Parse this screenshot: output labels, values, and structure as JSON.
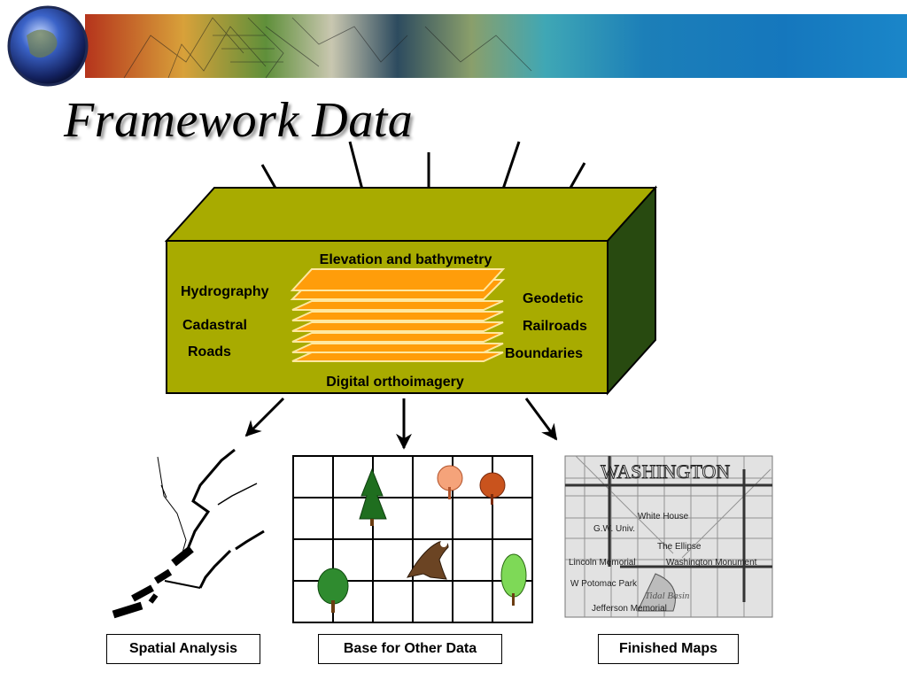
{
  "slide": {
    "title": "Framework Data"
  },
  "box": {
    "top_layer": "Elevation and bathymetry",
    "bottom_layer": "Digital orthoimagery",
    "left_layers": [
      "Hydrography",
      "Cadastral",
      "Roads"
    ],
    "right_layers": [
      "Geodetic",
      "Railroads",
      "Boundaries"
    ]
  },
  "outputs": [
    {
      "label": "Spatial Analysis"
    },
    {
      "label": "Base for Other Data"
    },
    {
      "label": "Finished Maps"
    }
  ],
  "map_text": {
    "city": "WASHINGTON",
    "places": [
      "White House",
      "G.W. Univ.",
      "The Ellipse",
      "Lincoln Memorial",
      "Washington Monument",
      "W Potomac Park",
      "Tidal Basin",
      "Jefferson Memorial"
    ]
  },
  "colors": {
    "box_front": "#a8ab00",
    "box_top": "#a8ab00",
    "box_side": "#284a10",
    "layer_fill": "#ff9d0a",
    "layer_stroke": "#ffe8a0"
  }
}
